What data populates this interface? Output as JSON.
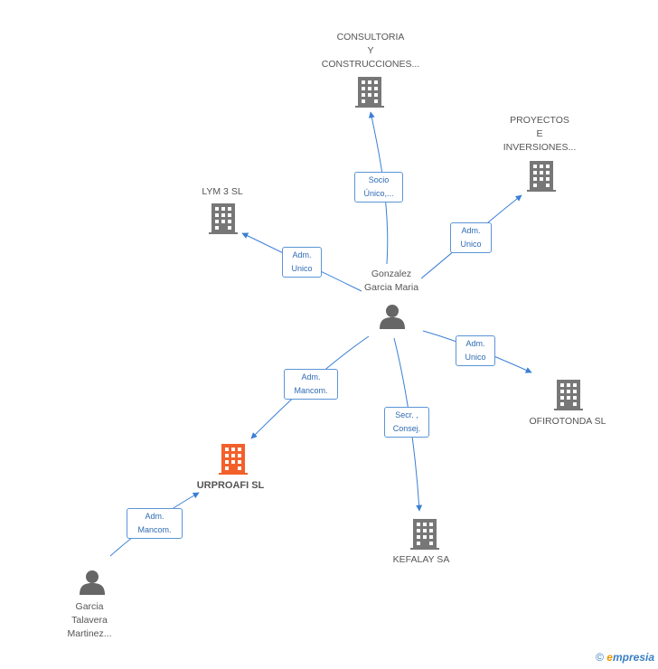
{
  "colors": {
    "edge": "#3a7fd6",
    "building": "#777777",
    "focus_building": "#f2602b",
    "person": "#666666"
  },
  "nodes": {
    "consultoria": {
      "lines": [
        "CONSULTORIA",
        "Y",
        "CONSTRUCCIONES..."
      ],
      "icon": "building-icon"
    },
    "proyectos": {
      "lines": [
        "PROYECTOS",
        "E",
        "INVERSIONES..."
      ],
      "icon": "building-icon"
    },
    "lym3": {
      "lines": [
        "LYM 3 SL"
      ],
      "icon": "building-icon"
    },
    "gonzalez": {
      "lines": [
        "Gonzalez",
        "Garcia Maria"
      ],
      "icon": "person-icon"
    },
    "ofirotonda": {
      "lines": [
        "OFIROTONDA SL"
      ],
      "icon": "building-icon"
    },
    "urproafi": {
      "lines": [
        "URPROAFI SL"
      ],
      "icon": "building-icon"
    },
    "kefalay": {
      "lines": [
        "KEFALAY SA"
      ],
      "icon": "building-icon"
    },
    "garcia": {
      "lines": [
        "Garcia",
        "Talavera",
        "Martinez..."
      ],
      "icon": "person-icon"
    }
  },
  "edges": {
    "socio": {
      "lines": [
        "Socio",
        "Único,..."
      ]
    },
    "adm_proyectos": {
      "lines": [
        "Adm.",
        "Unico"
      ]
    },
    "adm_lym3": {
      "lines": [
        "Adm.",
        "Unico"
      ]
    },
    "adm_ofirotonda": {
      "lines": [
        "Adm.",
        "Unico"
      ]
    },
    "mancom_urproafi": {
      "lines": [
        "Adm.",
        "Mancom."
      ]
    },
    "secr": {
      "lines": [
        "Secr. ,",
        "Consej."
      ]
    },
    "mancom_garcia": {
      "lines": [
        "Adm.",
        "Mancom."
      ]
    }
  },
  "footer": {
    "copyright": "©",
    "brand_e": "e",
    "brand_rest": "mpresia"
  }
}
